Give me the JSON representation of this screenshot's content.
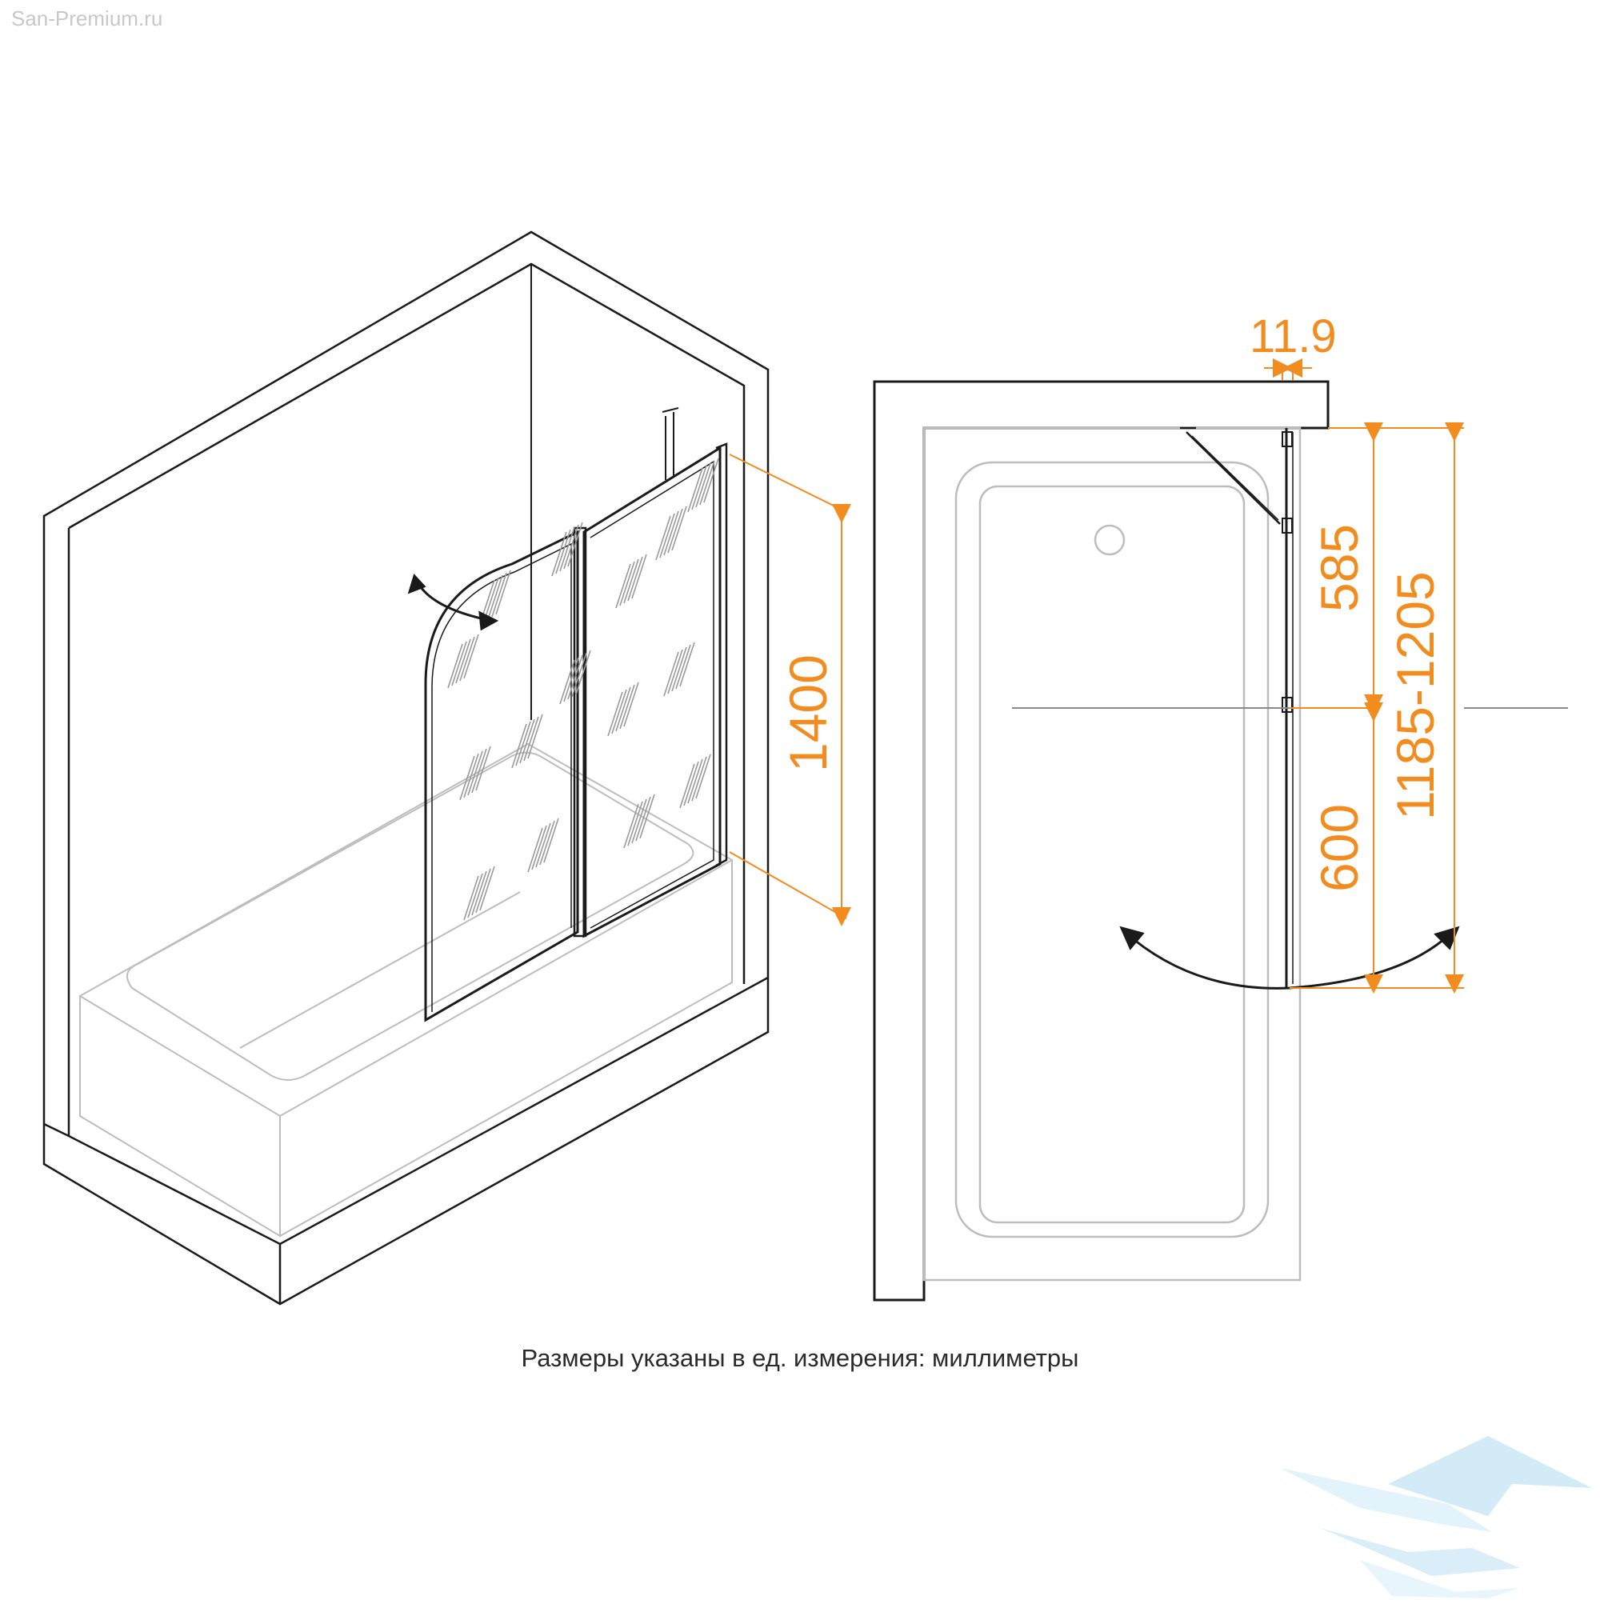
{
  "watermark": "San-Premium.ru",
  "caption": "Размеры указаны в ед. измерения: миллиметры",
  "dimensions": {
    "panel_height": "1400",
    "glass_thickness": "11.9",
    "fixed_panel_width": "585",
    "swing_panel_width": "600",
    "total_width": "1185-1205"
  },
  "colors": {
    "dimension": "#f28c1e",
    "outline": "#1a1a1a",
    "light_outline": "#bdbdbd",
    "logo": "#cfe8f5"
  },
  "logo": "san-premium-bird-logo"
}
